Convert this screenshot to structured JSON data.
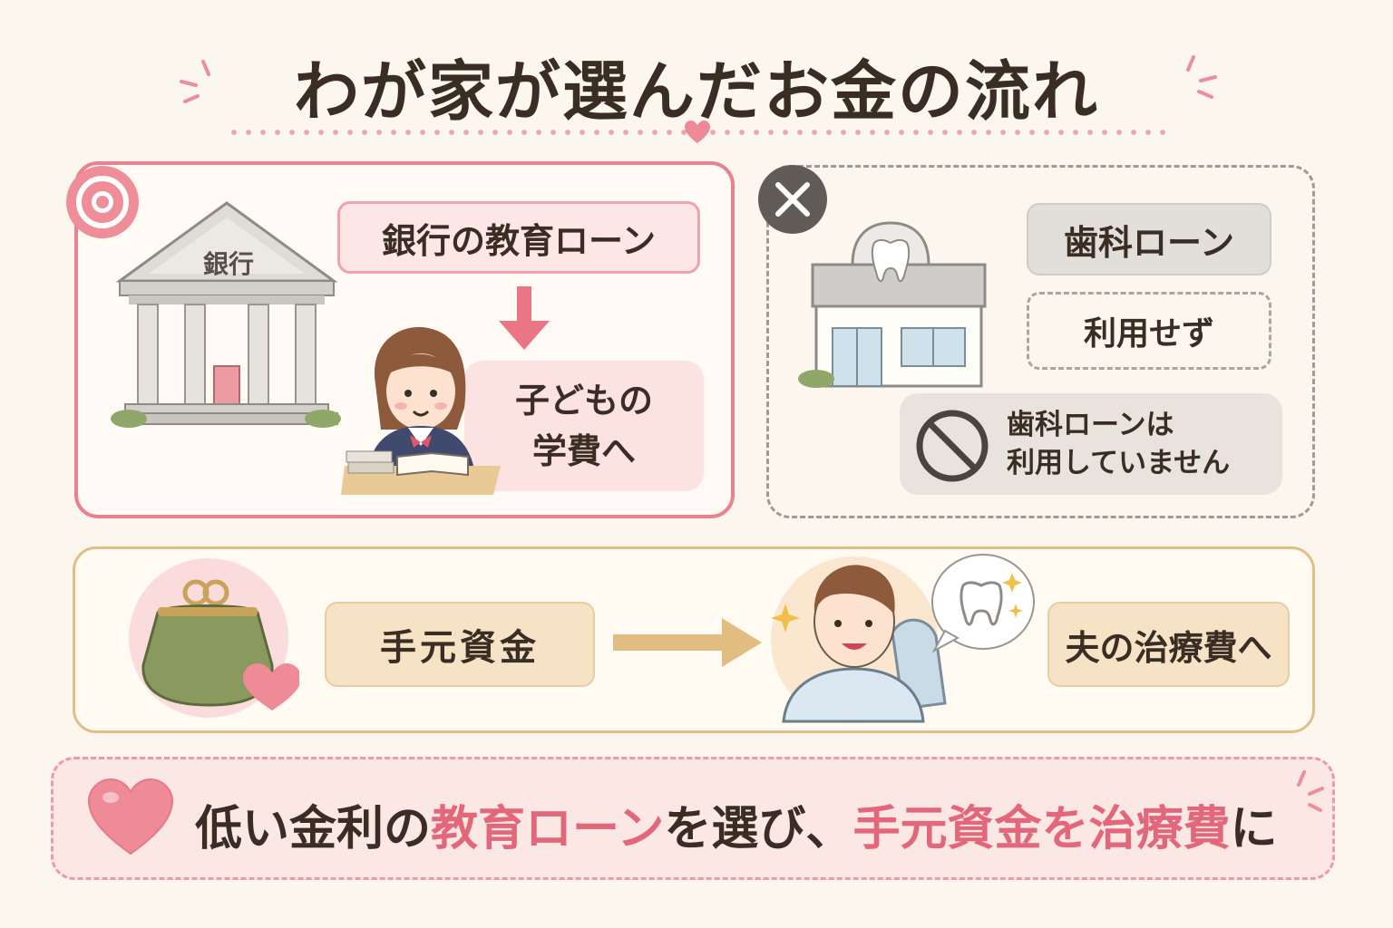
{
  "title": "わが家が選んだお金の流れ",
  "bank_panel": {
    "bank_sign": "銀行",
    "loan_label": "銀行の教育ローン",
    "destination_line1": "子どもの",
    "destination_line2": "学費へ",
    "badge_icon": "double-circle-icon"
  },
  "dental_panel": {
    "badge_icon": "cross-icon",
    "loan_label": "歯科ローン",
    "status_label": "利用せず",
    "notice_line1": "歯科ローンは",
    "notice_line2": "利用していません",
    "notice_icon": "prohibited-icon"
  },
  "cash_panel": {
    "source_label": "手元資金",
    "destination_label": "夫の治療費へ"
  },
  "summary": {
    "part1": "低い金利の",
    "part2": "教育ローン",
    "part3": "を選び、",
    "part4": "手元資金",
    "part5": "を治療費",
    "part6": "に"
  },
  "colors": {
    "accent_pink": "#e2677a",
    "border_pink": "#e9818f",
    "gold": "#e0bf87",
    "gray": "#9d9a97",
    "background": "#fcf7ee"
  }
}
